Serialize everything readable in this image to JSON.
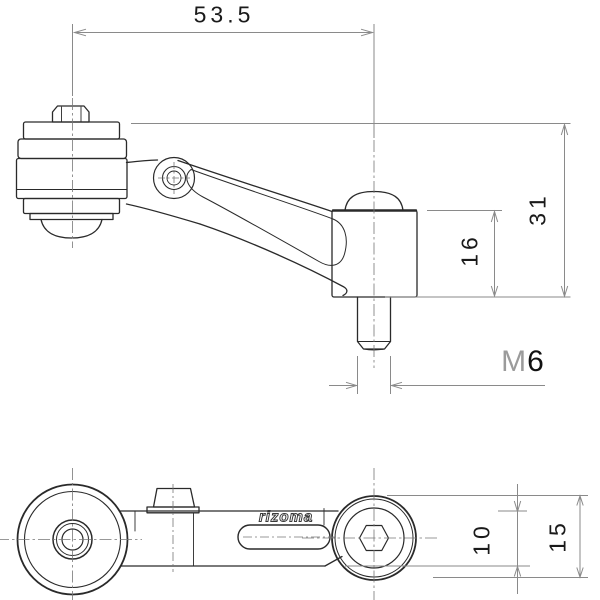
{
  "drawing": {
    "kind": "technical-dimension-drawing",
    "brand_label": "rizoma",
    "dims": {
      "overall_length": "53.5",
      "total_height": "31",
      "boss_height": "16",
      "thread_prefix": "M",
      "thread_size": "6",
      "arm_width": "10",
      "boss_diameter": "15"
    },
    "colors": {
      "background": "#ffffff",
      "part_line": "#2a2a2a",
      "dimension_line": "#8a8a8a",
      "centerline": "#777777",
      "text": "#1a1a1a",
      "thread_prefix_color": "#9b9b9b"
    }
  }
}
